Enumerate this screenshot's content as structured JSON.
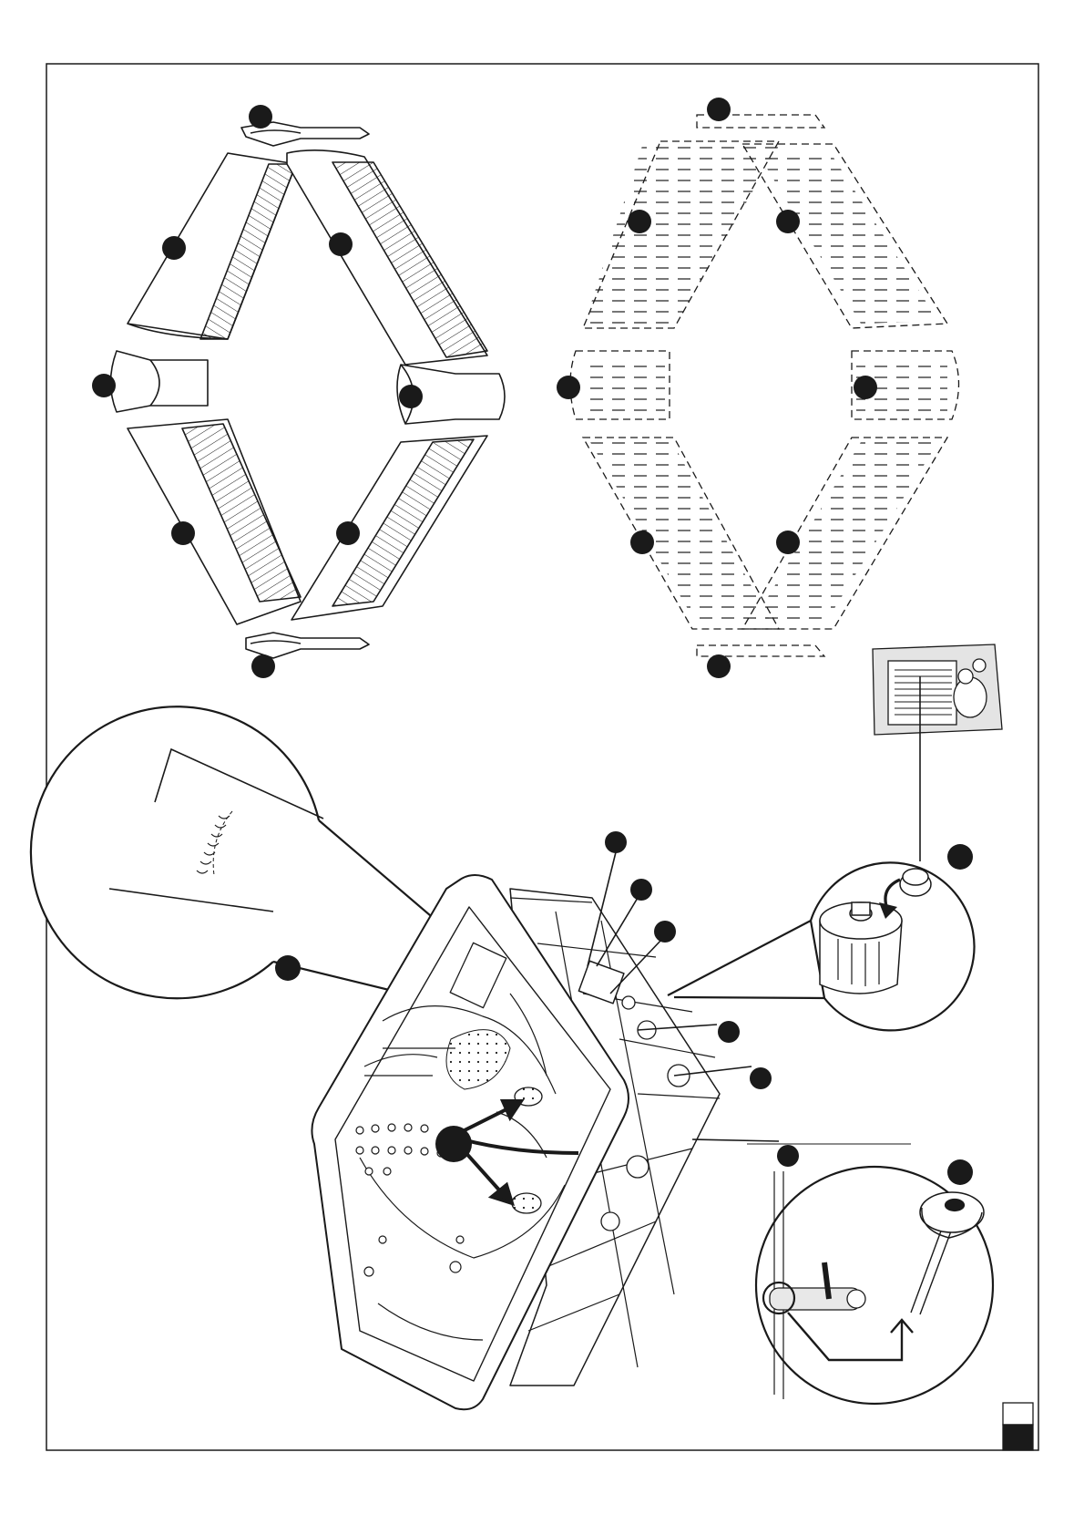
{
  "page": {
    "background": "#ffffff",
    "ink": "#1a1a1a",
    "annotation_fill": "#1a1a1a",
    "number_of_annotation_dots": 24
  },
  "panels": [
    {
      "id": "solid-skirting-exploded",
      "icon": "skirting-panels-solid-drawing"
    },
    {
      "id": "dashed-skirting-exploded",
      "icon": "skirting-panels-dashed-drawing"
    },
    {
      "id": "spa-tub-isometric",
      "icon": "spa-tub-drawing"
    },
    {
      "id": "detail-loupe-frame-seal",
      "icon": "magnifier-detail"
    },
    {
      "id": "detail-loupe-filter-cap",
      "icon": "magnifier-detail"
    },
    {
      "id": "detail-loupe-drain-plug",
      "icon": "magnifier-detail"
    },
    {
      "id": "accessory-pack",
      "icon": "packaged-kit-drawing"
    }
  ],
  "corner_marks": [
    {
      "id": "page-corner-box-empty",
      "fill": "#ffffff"
    },
    {
      "id": "page-corner-box-filled",
      "fill": "#1a1a1a"
    }
  ]
}
